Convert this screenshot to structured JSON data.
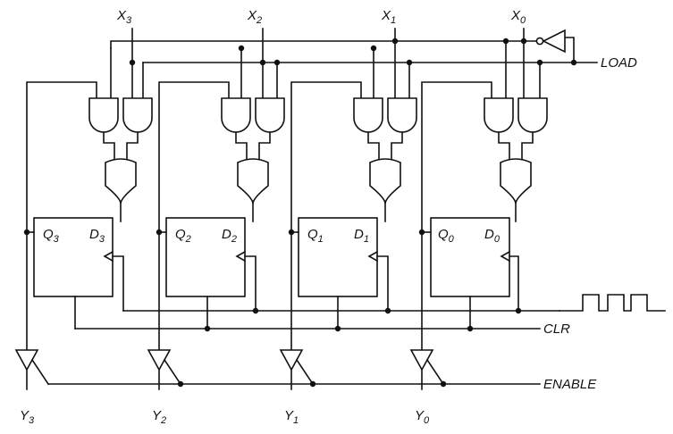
{
  "inputs": [
    {
      "name": "X",
      "sub": "3"
    },
    {
      "name": "X",
      "sub": "2"
    },
    {
      "name": "X",
      "sub": "1"
    },
    {
      "name": "X",
      "sub": "0"
    }
  ],
  "outputs": [
    {
      "name": "Y",
      "sub": "3"
    },
    {
      "name": "Y",
      "sub": "2"
    },
    {
      "name": "Y",
      "sub": "1"
    },
    {
      "name": "Y",
      "sub": "0"
    }
  ],
  "flipflops": [
    {
      "q": "Q",
      "d": "D",
      "sub": "3"
    },
    {
      "q": "Q",
      "d": "D",
      "sub": "2"
    },
    {
      "q": "Q",
      "d": "D",
      "sub": "1"
    },
    {
      "q": "Q",
      "d": "D",
      "sub": "0"
    }
  ],
  "signals": {
    "load": "LOAD",
    "clr": "CLR",
    "enable": "ENABLE"
  }
}
